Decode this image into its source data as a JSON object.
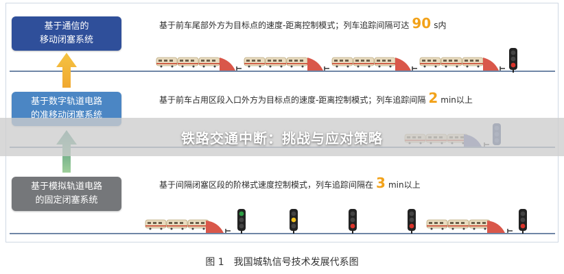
{
  "banner": {
    "title": "铁路交通中断：挑战与应对策略"
  },
  "levels": [
    {
      "box_label": "基于通信的\n移动闭塞系统",
      "box_color": "#2f4f9a",
      "desc_prefix": "基于前车尾部外方为目标点的速度-距离控制模式；列车追踪间隔可达",
      "value": "90",
      "unit": "s内"
    },
    {
      "box_label": "基于数字轨道电路\n的准移动闭塞系统",
      "box_color": "#4b86c4",
      "desc_prefix": "基于前车占用区段入口外方为目标点的速度-距离控制模式；列车追踪间隔",
      "value": "2",
      "unit": "min以上"
    },
    {
      "box_label": "基于模拟轨道电路\n的固定闭塞系统",
      "box_color": "#75777a",
      "desc_prefix": "基于间隔闭塞区段的阶梯式速度控制模式，列车追踪间隔在",
      "value": "3",
      "unit": "min以上"
    }
  ],
  "caption": "图 1　我国城轨信号技术发展代系图",
  "colors": {
    "arrow_top": "#f5c342",
    "arrow_bottom": "#4e8f7c",
    "rail": "#6f86a6",
    "speed_curve": "#d9574a",
    "speed_curve_mid": "#5a63a6",
    "signal_red": "#d9342b",
    "signal_yellow": "#f0c020",
    "signal_green": "#2e9e45",
    "train_body": "#e9dcc0"
  }
}
